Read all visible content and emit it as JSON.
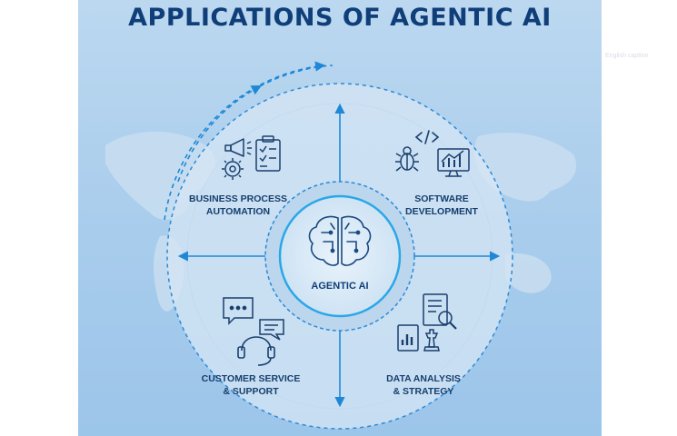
{
  "title": "APPLICATIONS OF AGENTIC AI",
  "top_right_label": "English caption",
  "center": {
    "label": "AGENTIC AI",
    "icon": "brain-circuit-icon"
  },
  "quadrants": [
    {
      "line1": "BUSINESS PROCESS",
      "line2": "AUTOMATION",
      "icons": [
        "megaphone-icon",
        "gear-icon",
        "clipboard-checklist-icon"
      ]
    },
    {
      "line1": "SOFTWARE",
      "line2": "DEVELOPMENT",
      "icons": [
        "code-brackets-icon",
        "bug-icon",
        "monitor-chart-icon"
      ]
    },
    {
      "line1": "CUSTOMER SERVICE",
      "line2": "& SUPPORT",
      "icons": [
        "chat-bubbles-icon",
        "headset-icon"
      ]
    },
    {
      "line1": "DATA ANALYSIS",
      "line2": "& STRATEGY",
      "icons": [
        "report-magnifier-icon",
        "bar-chart-doc-icon",
        "chess-piece-icon"
      ]
    }
  ],
  "colors": {
    "title": "#0f3e78",
    "accent": "#1e88d6",
    "label": "#163e6e",
    "background": "#a9cdec"
  }
}
